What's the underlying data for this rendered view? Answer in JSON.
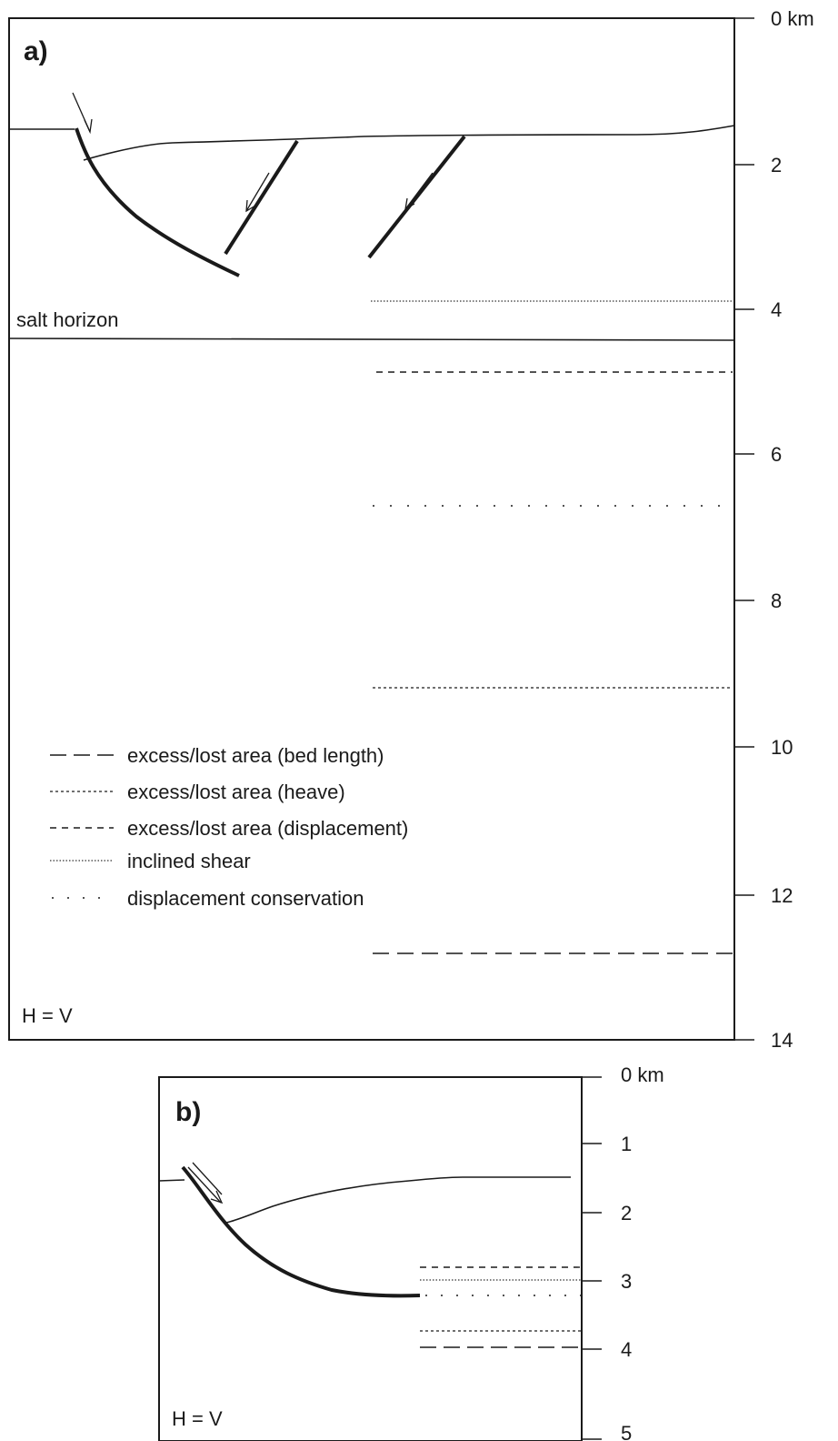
{
  "panel_a": {
    "label": "a)",
    "salt_label": "salt horizon",
    "scale_note": "H = V",
    "depth_ticks": [
      "0 km",
      "2",
      "4",
      "6",
      "8",
      "10",
      "12",
      "14"
    ],
    "legend": [
      "excess/lost area (bed length)",
      "excess/lost area (heave)",
      "excess/lost area (displacement)",
      "inclined shear",
      "displacement conservation"
    ]
  },
  "panel_b": {
    "label": "b)",
    "scale_note": "H = V",
    "depth_ticks": [
      "0 km",
      "1",
      "2",
      "3",
      "4",
      "5"
    ]
  }
}
